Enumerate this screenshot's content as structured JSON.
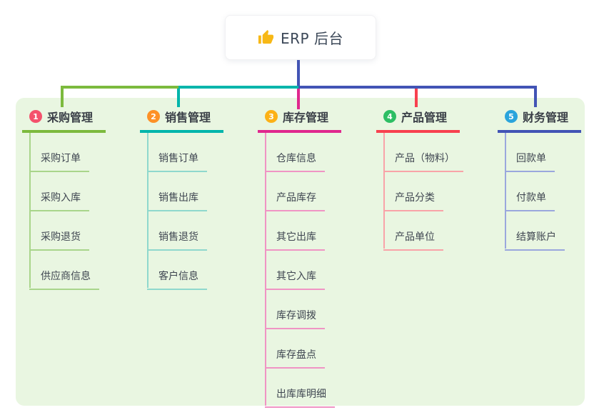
{
  "root": {
    "label": "ERP 后台",
    "icon": "thumbs-up-icon"
  },
  "colors": {
    "root_connector": "#4254b5",
    "panel_bg": "#e9f6e1",
    "root_card_bg": "#ffffff",
    "text_dark": "#3a3f47",
    "branch_lines": [
      "#7cba3d",
      "#00b5ab",
      "#e0288e",
      "#f8414f",
      "#4254b5"
    ],
    "branch_light_lines": [
      "#a9d58b",
      "#8fd8cd",
      "#f094c4",
      "#f9a3a8",
      "#9aa7dd"
    ],
    "badge_colors": [
      "#f4516c",
      "#fd9126",
      "#fcb116",
      "#2dbe64",
      "#2aa4dc"
    ],
    "thumb_icon": "#f7b816"
  },
  "branches": [
    {
      "index": "1",
      "label": "采购管理",
      "children": [
        "采购订单",
        "采购入库",
        "采购退货",
        "供应商信息"
      ]
    },
    {
      "index": "2",
      "label": "销售管理",
      "children": [
        "销售订单",
        "销售出库",
        "销售退货",
        "客户信息"
      ]
    },
    {
      "index": "3",
      "label": "库存管理",
      "children": [
        "仓库信息",
        "产品库存",
        "其它出库",
        "其它入库",
        "库存调拨",
        "库存盘点",
        "出库库明细"
      ]
    },
    {
      "index": "4",
      "label": "产品管理",
      "children": [
        "产品（物料）",
        "产品分类",
        "产品单位"
      ]
    },
    {
      "index": "5",
      "label": "财务管理",
      "children": [
        "回款单",
        "付款单",
        "结算账户"
      ]
    }
  ]
}
